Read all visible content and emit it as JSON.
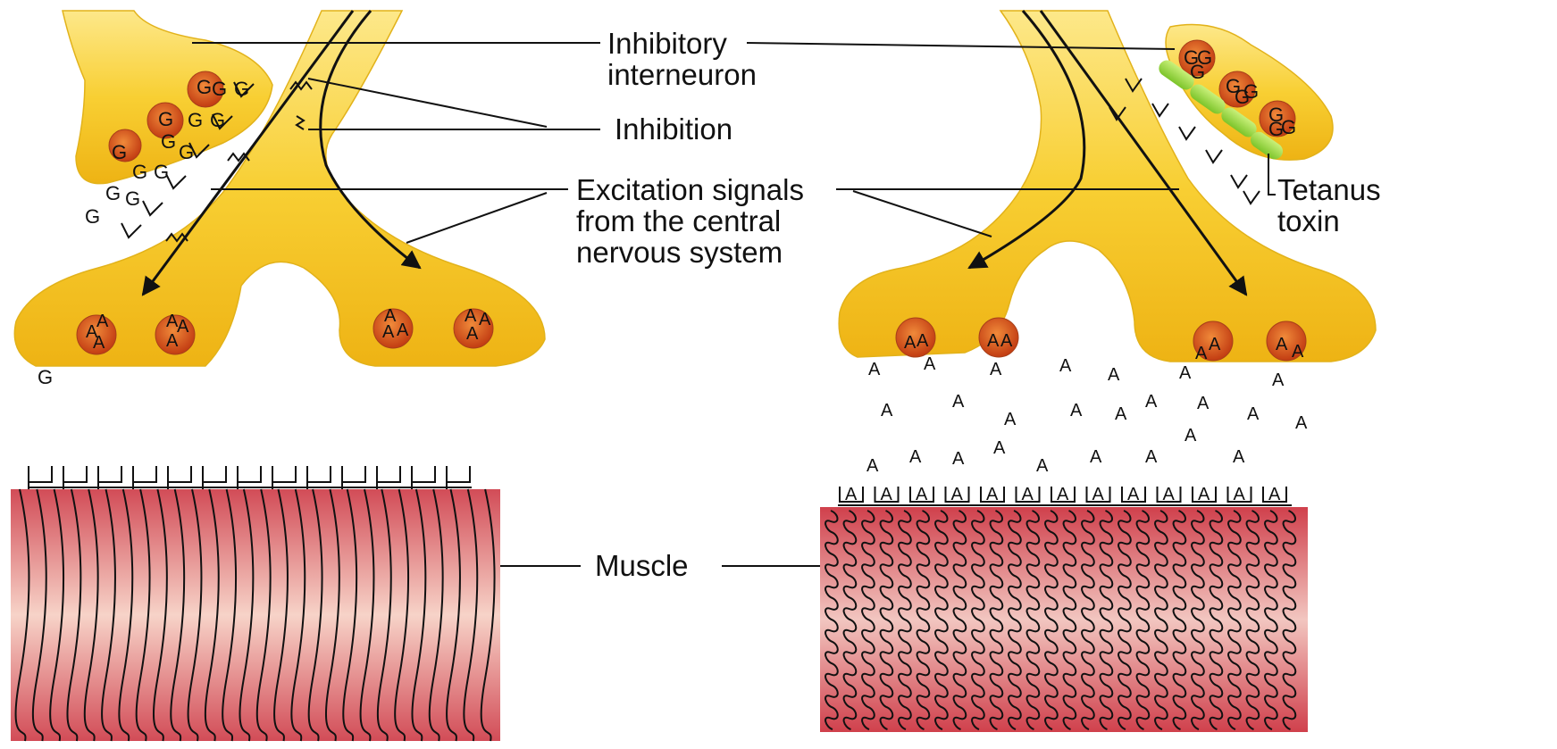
{
  "labels": {
    "inhibitory_line1": "Inhibitory",
    "inhibitory_line2": "interneuron",
    "inhibition": "Inhibition",
    "excitation_line1": "Excitation signals",
    "excitation_line2": "from the central",
    "excitation_line3": "nervous system",
    "tetanus_line1": "Tetanus",
    "tetanus_line2": "toxin",
    "muscle": "Muscle"
  },
  "molecules": {
    "glycine": "G",
    "acetylcholine": "A"
  },
  "colors": {
    "nerve": "#f5c51e",
    "nerve_highlight": "#fde88a",
    "vesicle": "#d9501f",
    "toxin": "#8fd13a",
    "muscle": "#d4525a",
    "muscle_light": "#f6d0c8"
  }
}
